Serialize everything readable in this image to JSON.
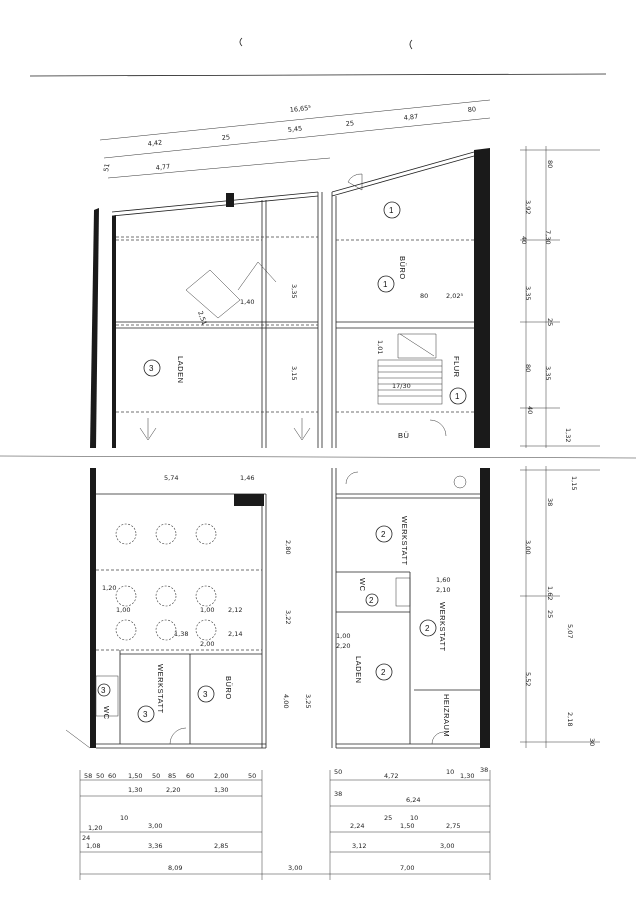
{
  "rooms": {
    "laden_top": "LADEN",
    "buero_top": "BÜRO",
    "flur": "FLUR",
    "werkstatt_r1": "WERKSTATT",
    "werkstatt_r2": "WERKSTATT",
    "laden_r": "LADEN",
    "heizraum": "HEIZRAUM",
    "werkstatt_l": "WERKSTATT",
    "buero_l": "BÜRO",
    "wc_a": "WC",
    "wc_b": "WC",
    "bo": "BÜ"
  },
  "room_numbers": {
    "n1a": "1",
    "n1b": "1",
    "n1c": "1",
    "n3a": "3",
    "n2a": "2",
    "n2b": "2",
    "n2c": "2",
    "n2d": "2",
    "n3b": "3",
    "n3c": "3",
    "n3d": "3"
  },
  "dims": {
    "top_total": "16,65⁵",
    "top_a": "4,42",
    "top_b": "25",
    "top_c": "5,45",
    "top_d": "25",
    "top_e": "4,87",
    "top_f": "80",
    "top_g": "4,77",
    "top_h": "51",
    "right_a": "80",
    "right_b": "3,92",
    "right_c": "7,30",
    "right_d": "40",
    "right_e": "3,35",
    "right_f": "25",
    "right_g": "3,35",
    "right_h": "1,32",
    "right_i": "80",
    "right_j": "40",
    "mid_a": "3,35",
    "mid_b": "3,15",
    "mid_c": "1,40",
    "mid_d": "80",
    "mid_e": "2,02⁵",
    "mid_f": "1,01",
    "mid_g": "2,51",
    "stair": "17/30",
    "br_a": "1,15",
    "br_b": "38",
    "br_c": "3,00",
    "br_d": "1,62",
    "br_e": "5,07",
    "br_f": "5,52",
    "br_g": "25",
    "br_h": "2,18",
    "br_i": "30",
    "bl_a": "5,74",
    "bl_b": "1,46",
    "bl_c": "2,80",
    "bl_d": "3,22",
    "bl_e": "4,00",
    "bl_f": "3,25",
    "bl_g": "1,20",
    "bl_h": "1,00",
    "bl_i": "2,12",
    "bl_j": "2,14",
    "bl_k": "1,38",
    "bl_l": "1,00",
    "bl_m": "2,00",
    "w_a": "1,60",
    "w_b": "2,10",
    "w_c": "1,00",
    "w_d": "2,20",
    "bot_l1": "58",
    "bot_l2": "50",
    "bot_l3": "60",
    "bot_l4": "1,50",
    "bot_l5": "50",
    "bot_l6": "85",
    "bot_l7": "60",
    "bot_l8": "2,00",
    "bot_l9": "50",
    "bot_l10": "1,30",
    "bot_l11": "2,20",
    "bot_l12": "1,30",
    "bot_l13": "1,20",
    "bot_l14": "3,00",
    "bot_l15": "1,08",
    "bot_l16": "3,36",
    "bot_l17": "2,85",
    "bot_l18": "8,09",
    "bot_l19": "10",
    "bot_l20": "24",
    "bot_r1": "50",
    "bot_r2": "4,72",
    "bot_r3": "10",
    "bot_r4": "1,30",
    "bot_r5": "38",
    "bot_r6": "6,24",
    "bot_r7": "38",
    "bot_r8": "2,24",
    "bot_r9": "25",
    "bot_r10": "1,50",
    "bot_r11": "10",
    "bot_r12": "2,75",
    "bot_r13": "3,12",
    "bot_r14": "3,00",
    "bot_mid": "3,00",
    "bot_right": "7,00"
  }
}
